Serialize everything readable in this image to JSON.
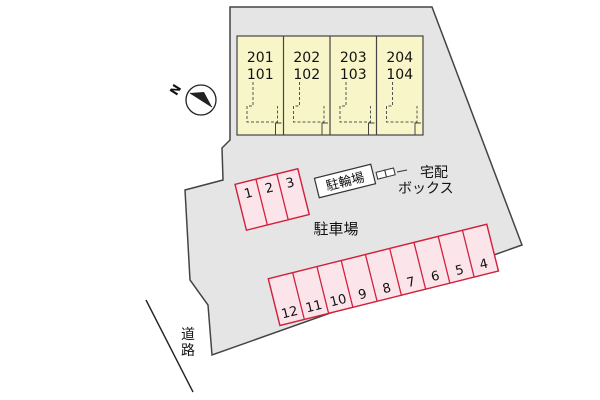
{
  "units": [
    {
      "upper": "201",
      "lower": "101"
    },
    {
      "upper": "202",
      "lower": "102"
    },
    {
      "upper": "203",
      "lower": "103"
    },
    {
      "upper": "204",
      "lower": "104"
    }
  ],
  "bicycle_parking": "駐輪場",
  "delivery_box": "宅配\nボックス",
  "parking_lot": "駐車場",
  "road": "道路",
  "compass_label": "N",
  "parking_upper": [
    "1",
    "2",
    "3"
  ],
  "parking_lower": [
    "4",
    "5",
    "6",
    "7",
    "8",
    "9",
    "10",
    "11",
    "12"
  ],
  "colors": {
    "lot": "#e5e5e5",
    "building": "#f8f6c8",
    "parking_fill": "#fbe4ea",
    "parking_stroke": "#d0213d"
  }
}
